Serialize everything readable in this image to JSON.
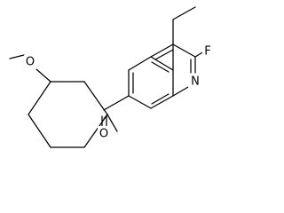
{
  "molecule": {
    "atoms": {
      "oxygen_methoxy": {
        "symbol": "O"
      },
      "oxygen_carbonyl": {
        "symbol": "O"
      },
      "fluorine": {
        "symbol": "F"
      },
      "nitrogen": {
        "symbol": "N"
      }
    }
  },
  "colors": {
    "bond": "#000000",
    "label": "#000000",
    "background": "#ffffff"
  }
}
